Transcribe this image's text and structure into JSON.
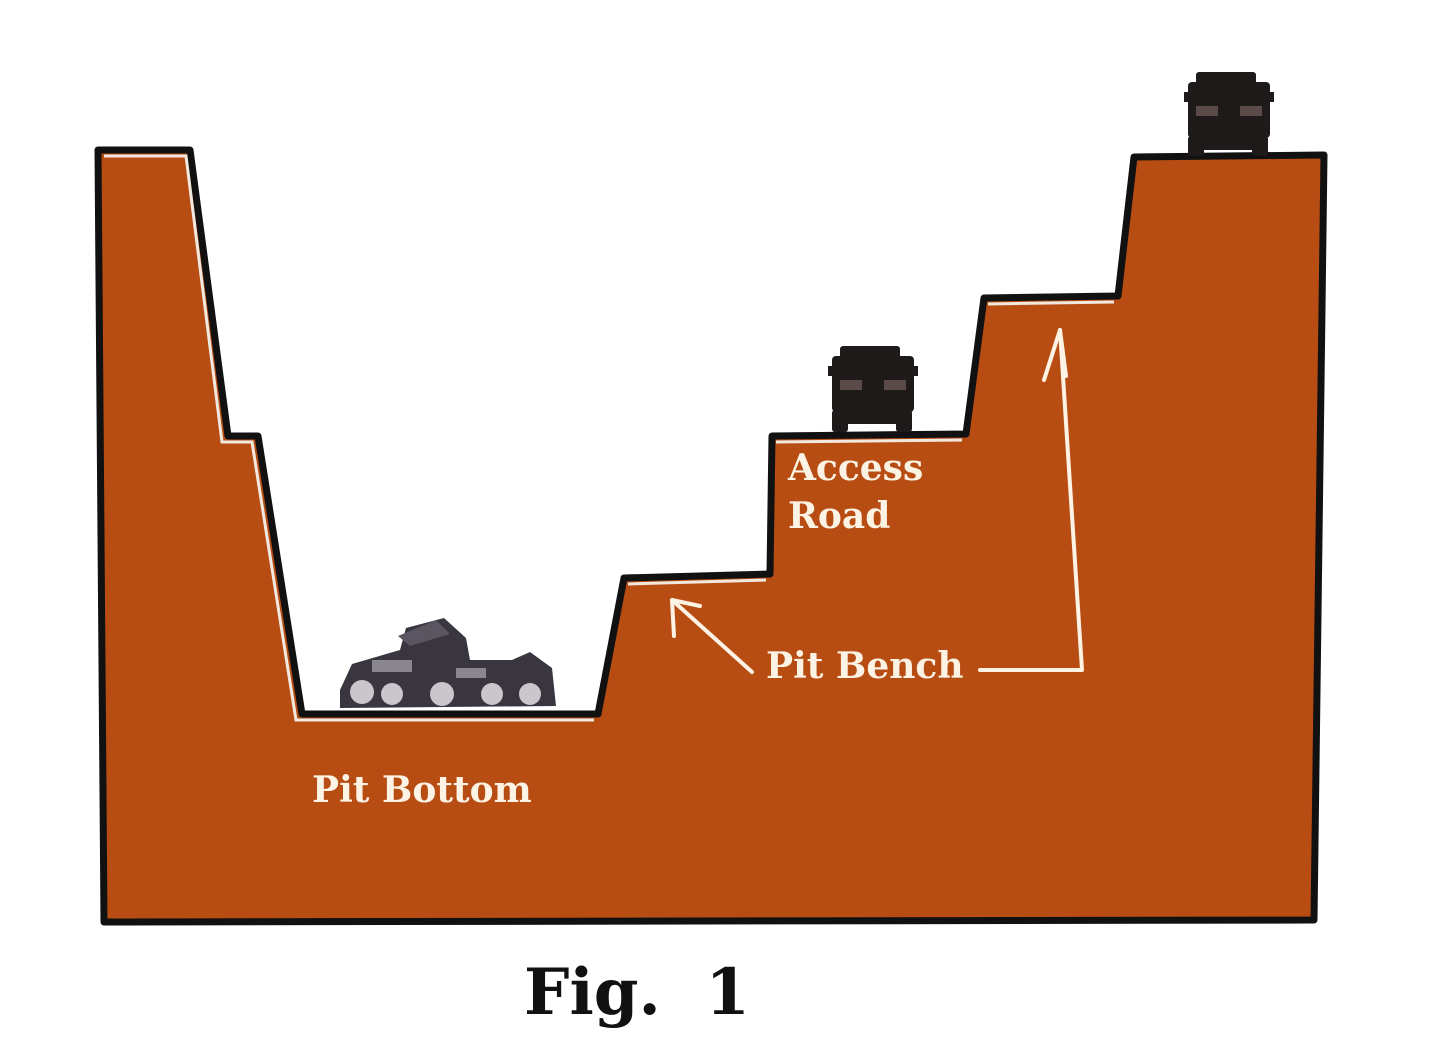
{
  "diagram": {
    "labels": {
      "access_road_line1": "Access",
      "access_road_line2": "Road",
      "pit_bench": "Pit Bench",
      "pit_bottom": "Pit Bottom"
    },
    "caption": "Fig.  1",
    "colors": {
      "earth": "#b84d14",
      "outline": "#111111",
      "label": "#fdf3e4",
      "truck": "#1e1a1a",
      "shovel": "#3a3640"
    },
    "icons": {
      "haul_truck": "haul-truck-icon",
      "excavator": "excavator-icon"
    }
  }
}
